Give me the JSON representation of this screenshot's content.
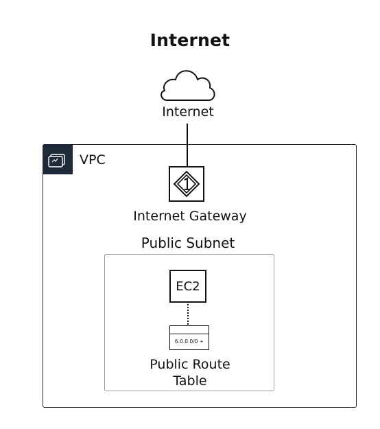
{
  "title": "Internet",
  "internet": {
    "label": "Internet",
    "icon": "cloud-icon"
  },
  "vpc": {
    "label": "VPC",
    "icon": "vpc-icon",
    "badge_color": "#1f2a38"
  },
  "internet_gateway": {
    "label": "Internet Gateway",
    "icon": "internet-gateway-icon"
  },
  "public_subnet": {
    "label": "Public Subnet",
    "ec2": {
      "label": "EC2"
    },
    "route_table": {
      "cidr": "6.0.0.0/0 ÷",
      "label_line1": "Public Route",
      "label_line2": "Table"
    }
  }
}
